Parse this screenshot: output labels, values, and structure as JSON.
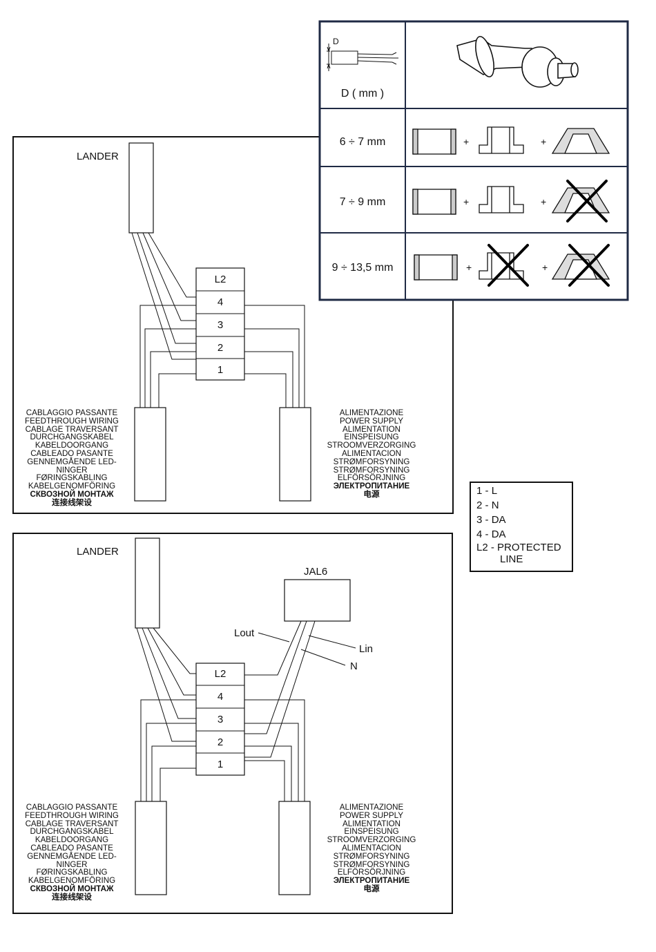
{
  "diagram1": {
    "brand": "LANDER",
    "terminals": [
      "L2",
      "4",
      "3",
      "2",
      "1"
    ],
    "feedthrough_lines": [
      "CABLAGGIO PASSANTE",
      "FEEDTHROUGH WIRING",
      "CABLAGE TRAVERSANT",
      "DURCHGANGSKABEL",
      "KABELDOORGANG",
      "CABLEADO PASANTE",
      "GENNEMGÅENDE LED-",
      "NINGER",
      "FØRINGSKABLING",
      "KABELGENOMFÖRING"
    ],
    "feedthrough_bold": [
      "СКВОЗНОЙ МОНТАЖ",
      "连接线架设"
    ],
    "supply_lines": [
      "ALIMENTAZIONE",
      "POWER SUPPLY",
      "ALIMENTATION",
      "EINSPEISUNG",
      "STROOMVERZORGING",
      "ALIMENTACION",
      "STRØMFORSYNING",
      "STRØMFORSYNING",
      "ELFÖRSÖRJNING"
    ],
    "supply_bold": [
      "ЭЛЕКТРОПИТАНИЕ",
      "电源"
    ]
  },
  "diagram2": {
    "brand": "LANDER",
    "device": "JAL6",
    "labels": {
      "lout": "Lout",
      "lin": "Lin",
      "n": "N"
    },
    "terminals": [
      "L2",
      "4",
      "3",
      "2",
      "1"
    ],
    "feedthrough_lines": [
      "CABLAGGIO PASSANTE",
      "FEEDTHROUGH WIRING",
      "CABLAGE TRAVERSANT",
      "DURCHGANGSKABEL",
      "KABELDOORGANG",
      "CABLEADO PASANTE",
      "GENNEMGÅENDE LED-",
      "NINGER",
      "FØRINGSKABLING",
      "KABELGENOMFÖRING"
    ],
    "feedthrough_bold": [
      "СКВОЗНОЙ МОНТАЖ",
      "连接线架设"
    ],
    "supply_lines": [
      "ALIMENTAZIONE",
      "POWER SUPPLY",
      "ALIMENTATION",
      "EINSPEISUNG",
      "STROOMVERZORGING",
      "ALIMENTACION",
      "STRØMFORSYNING",
      "STRØMFORSYNING",
      "ELFÖRSÖRJNING"
    ],
    "supply_bold": [
      "ЭЛЕКТРОПИТАНИЕ",
      "电源"
    ]
  },
  "gland_table": {
    "header_dim_label": "D",
    "header_unit": "D ( mm )",
    "rows": [
      {
        "range": "6 ÷ 7 mm"
      },
      {
        "range": "7 ÷ 9 mm"
      },
      {
        "range": "9 ÷ 13,5 mm"
      }
    ],
    "plus": "+"
  },
  "legend": {
    "items": [
      {
        "key": "1 -",
        "value": "L"
      },
      {
        "key": "2 -",
        "value": "N"
      },
      {
        "key": "3 -",
        "value": "DA"
      },
      {
        "key": "4 -",
        "value": "DA"
      },
      {
        "key": "L2",
        "value": "- PROTECTED"
      }
    ],
    "continuation": "LINE"
  },
  "colors": {
    "table_border": "#1f2a44",
    "line": "#111111"
  }
}
